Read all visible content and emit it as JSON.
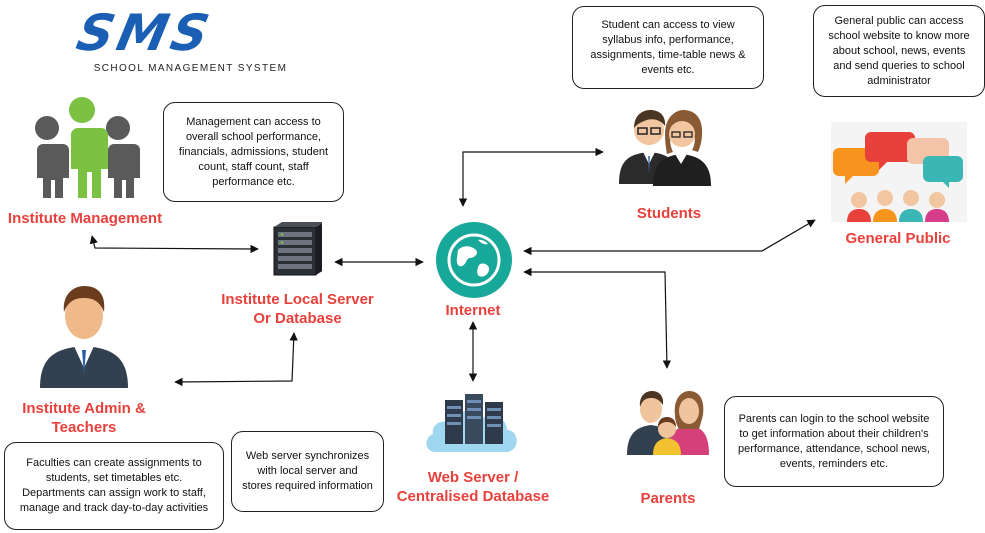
{
  "logo": {
    "text": "SMS",
    "subtitle": "School Management System"
  },
  "nodes": {
    "management": {
      "label": "Institute Management"
    },
    "local_server": {
      "label": "Institute Local Server\nOr Database"
    },
    "internet": {
      "label": "Internet"
    },
    "students": {
      "label": "Students"
    },
    "public": {
      "label": "General Public"
    },
    "admin": {
      "label": "Institute Admin &\nTeachers"
    },
    "web_server": {
      "label": "Web Server /\nCentralised Database"
    },
    "parents": {
      "label": "Parents"
    }
  },
  "notes": {
    "management": "Management can access to\noverall school performance,\nfinancials, admissions, student\ncount, staff count, staff\nperformance etc.",
    "students": "Student can access to view\nsyllabus info, performance,\nassignments, time-table news &\nevents etc.",
    "public": "General public can access\nschool website to know more\nabout school, news, events\nand send queries to school\nadministrator",
    "faculties": "Faculties can create assignments to\nstudents, set timetables etc.\nDepartments can assign work to staff,\nmanage and track day-to-day activities",
    "web_sync": "Web server synchronizes\nwith local server and\nstores required information",
    "parents": "Parents can login to the school website\nto get information about their children's\nperformance, attendance, school news,\nevents, reminders etc."
  },
  "colors": {
    "label_red": "#e8413c",
    "internet_teal": "#17a89a",
    "logo_blue": "#1a5fb4"
  }
}
